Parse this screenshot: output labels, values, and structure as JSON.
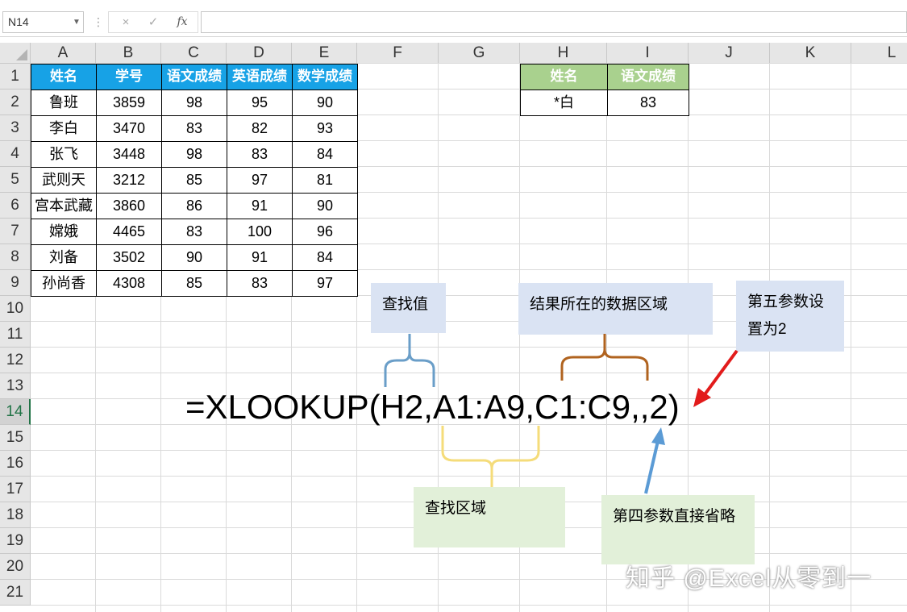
{
  "formula_bar": {
    "name_box": "N14",
    "cancel_icon": "×",
    "confirm_icon": "✓",
    "fx_icon": "fx",
    "formula_value": ""
  },
  "columns": [
    "A",
    "B",
    "C",
    "D",
    "E",
    "F",
    "G",
    "H",
    "I",
    "J",
    "K",
    "L"
  ],
  "rows": [
    "1",
    "2",
    "3",
    "4",
    "5",
    "6",
    "7",
    "8",
    "9",
    "10",
    "11",
    "12",
    "13",
    "14",
    "15",
    "16",
    "17",
    "18",
    "19",
    "20",
    "21"
  ],
  "selected_row": "14",
  "main_table": {
    "headers": [
      "姓名",
      "学号",
      "语文成绩",
      "英语成绩",
      "数学成绩"
    ],
    "rows": [
      [
        "鲁班",
        "3859",
        "98",
        "95",
        "90"
      ],
      [
        "李白",
        "3470",
        "83",
        "82",
        "93"
      ],
      [
        "张飞",
        "3448",
        "98",
        "83",
        "84"
      ],
      [
        "武则天",
        "3212",
        "85",
        "97",
        "81"
      ],
      [
        "宫本武藏",
        "3860",
        "86",
        "91",
        "90"
      ],
      [
        "嫦娥",
        "4465",
        "83",
        "100",
        "96"
      ],
      [
        "刘备",
        "3502",
        "90",
        "91",
        "84"
      ],
      [
        "孙尚香",
        "4308",
        "85",
        "83",
        "97"
      ]
    ]
  },
  "lookup_table": {
    "headers": [
      "姓名",
      "语文成绩"
    ],
    "row": [
      "*白",
      "83"
    ]
  },
  "colors": {
    "main_header": "#17a2e6",
    "lookup_header": "#a9d18e",
    "callout_blue": "#dae3f3",
    "callout_green": "#e2f0d9",
    "brace_blue": "#6a9ec8",
    "brace_orange": "#b0631f",
    "brace_yellow": "#f5dc7a",
    "arrow_red": "#e21b1b",
    "arrow_blue": "#5b9bd5"
  },
  "annotation": {
    "formula": "=XLOOKUP(H2,A1:A9,C1:C9,,2)",
    "callout_lookup_value": "查找值",
    "callout_result_range": "结果所在的数据区域",
    "callout_fifth_param": "第五参数设置为2",
    "callout_lookup_range": "查找区域",
    "callout_fourth_param": "第四参数直接省略"
  },
  "watermark": "知乎 @Excel从零到一"
}
